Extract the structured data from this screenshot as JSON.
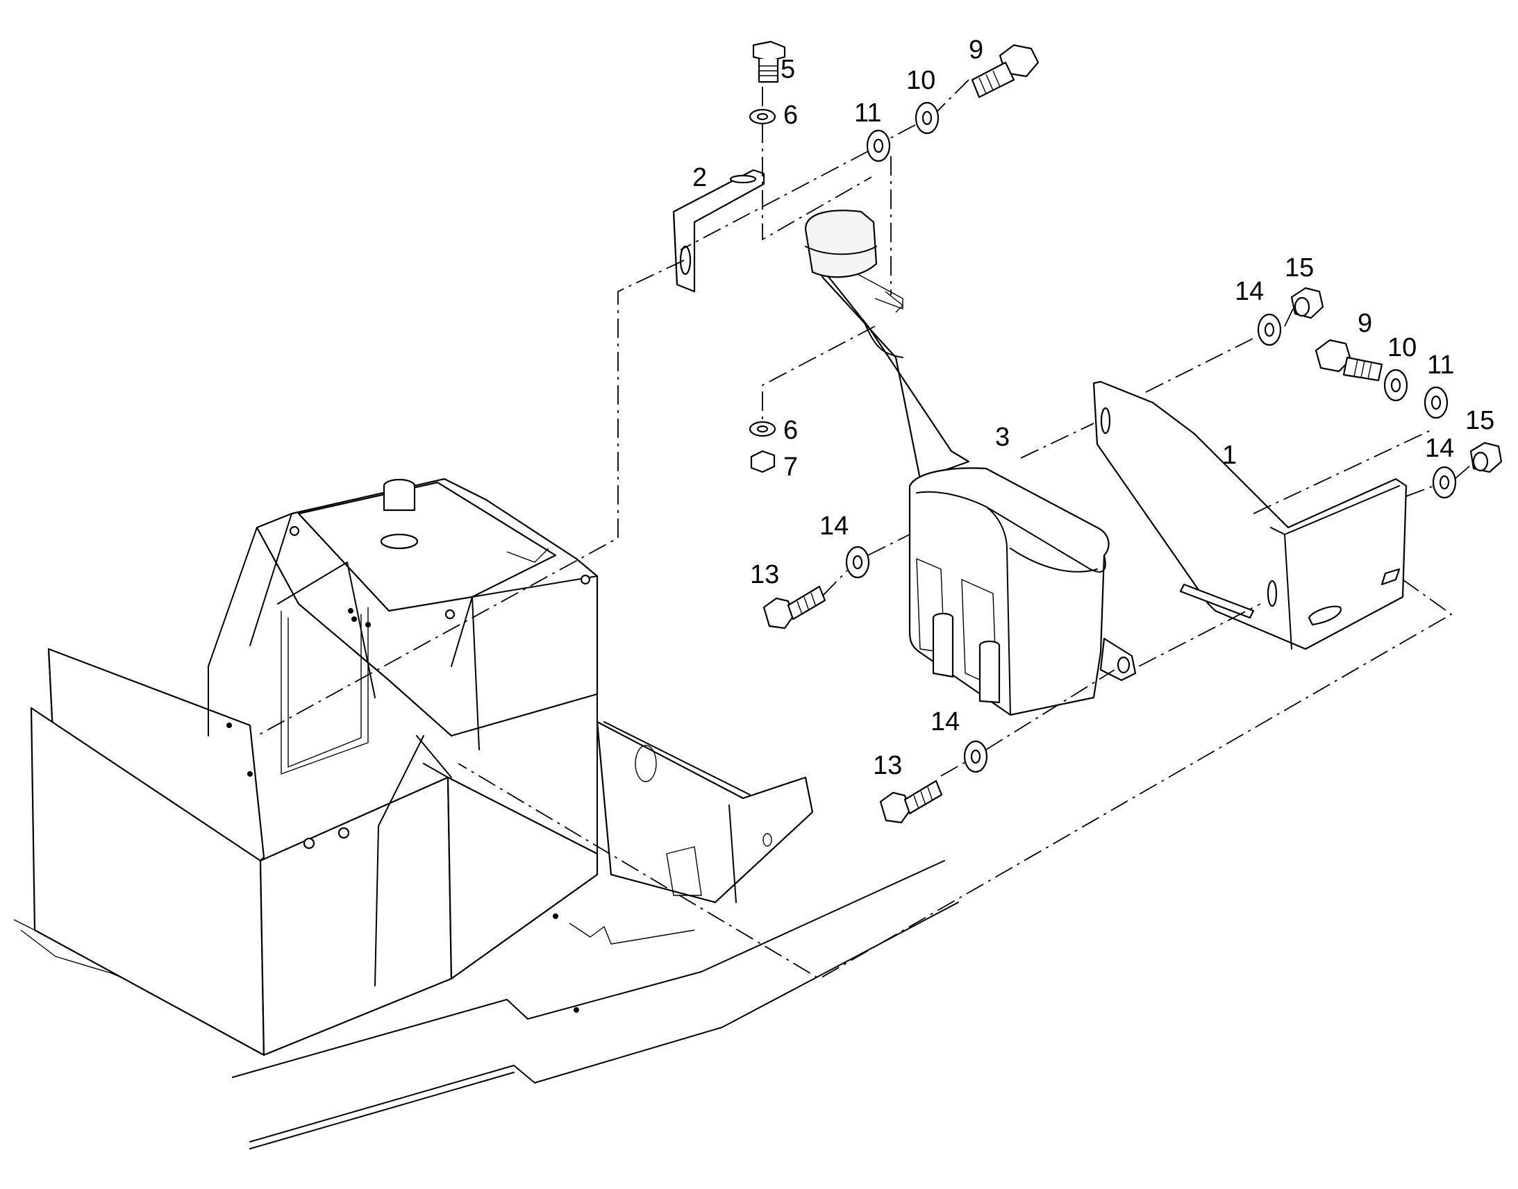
{
  "callouts": [
    {
      "id": "c1",
      "text": "1"
    },
    {
      "id": "c2",
      "text": "2"
    },
    {
      "id": "c3",
      "text": "3"
    },
    {
      "id": "c5",
      "text": "5"
    },
    {
      "id": "c6a",
      "text": "6"
    },
    {
      "id": "c6b",
      "text": "6"
    },
    {
      "id": "c7",
      "text": "7"
    },
    {
      "id": "c9a",
      "text": "9"
    },
    {
      "id": "c9b",
      "text": "9"
    },
    {
      "id": "c10a",
      "text": "10"
    },
    {
      "id": "c10b",
      "text": "10"
    },
    {
      "id": "c11a",
      "text": "11"
    },
    {
      "id": "c11b",
      "text": "11"
    },
    {
      "id": "c13a",
      "text": "13"
    },
    {
      "id": "c13b",
      "text": "13"
    },
    {
      "id": "c14a",
      "text": "14"
    },
    {
      "id": "c14b",
      "text": "14"
    },
    {
      "id": "c14c",
      "text": "14"
    },
    {
      "id": "c14d",
      "text": "14"
    },
    {
      "id": "c15a",
      "text": "15"
    },
    {
      "id": "c15b",
      "text": "15"
    }
  ]
}
